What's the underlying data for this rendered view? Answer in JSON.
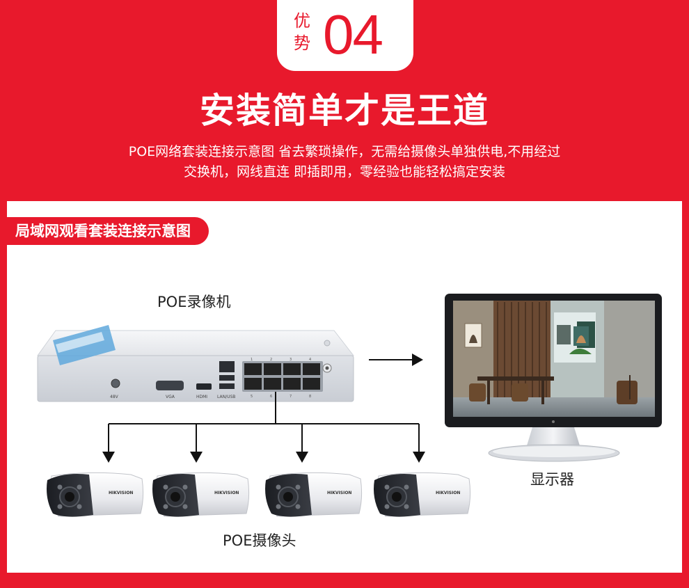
{
  "badge": {
    "label": "优势",
    "number": "04"
  },
  "headline": "安装简单才是王道",
  "description": {
    "line1": "POE网络套装连接示意图 省去繁琐操作，无需给摄像头单独供电,不用经过",
    "line2": "交换机，网线直连 即插即用，零经验也能轻松搞定安装"
  },
  "panel": {
    "tab_title": "局域网观看套装连接示意图",
    "nvr_caption": "POE录像机",
    "monitor_caption": "显示器",
    "cameras_caption": "POE摄像头",
    "nvr_port_labels": {
      "power": "48V",
      "vga": "VGA",
      "hdmi": "HDMI",
      "lan_usb": "LAN/USB"
    },
    "camera_brand": "HIKVISION",
    "port_numbers": [
      "1",
      "2",
      "3",
      "4",
      "5",
      "6",
      "7",
      "8"
    ]
  },
  "colors": {
    "accent": "#e8192c",
    "background": "#ffffff"
  }
}
